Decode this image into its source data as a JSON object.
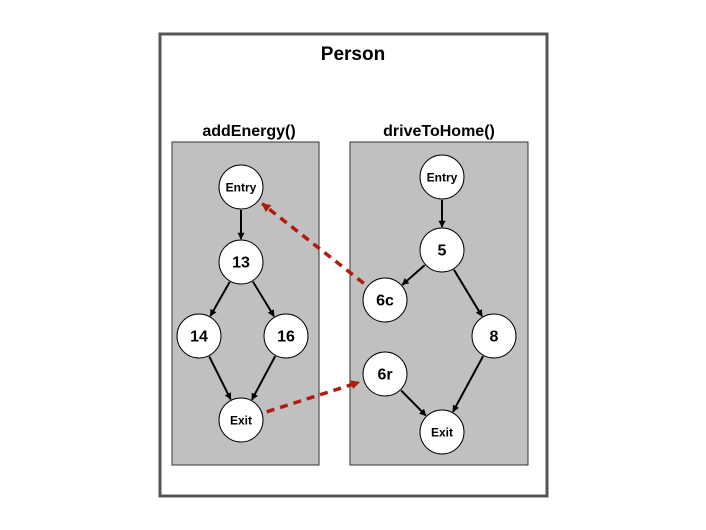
{
  "diagram": {
    "outer_title": "Person",
    "colors": {
      "frame": "#555555",
      "panel_fill": "#c0c0c0",
      "panel_stroke": "#333333",
      "edge": "#000000",
      "call_edge": "#b01c0c",
      "node_fill": "#ffffff"
    },
    "panels": [
      {
        "id": "left",
        "title": "addEnergy()"
      },
      {
        "id": "right",
        "title": "driveToHome()"
      }
    ],
    "nodes": [
      {
        "id": "L_entry",
        "label": "Entry"
      },
      {
        "id": "L_13",
        "label": "13"
      },
      {
        "id": "L_14",
        "label": "14"
      },
      {
        "id": "L_16",
        "label": "16"
      },
      {
        "id": "L_exit",
        "label": "Exit"
      },
      {
        "id": "R_entry",
        "label": "Entry"
      },
      {
        "id": "R_5",
        "label": "5"
      },
      {
        "id": "R_6c",
        "label": "6c"
      },
      {
        "id": "R_8",
        "label": "8"
      },
      {
        "id": "R_6r",
        "label": "6r"
      },
      {
        "id": "R_exit",
        "label": "Exit"
      }
    ],
    "edges": [
      {
        "from": "L_entry",
        "to": "L_13",
        "style": "solid"
      },
      {
        "from": "L_13",
        "to": "L_14",
        "style": "solid"
      },
      {
        "from": "L_13",
        "to": "L_16",
        "style": "solid"
      },
      {
        "from": "L_14",
        "to": "L_exit",
        "style": "solid"
      },
      {
        "from": "L_16",
        "to": "L_exit",
        "style": "solid"
      },
      {
        "from": "R_entry",
        "to": "R_5",
        "style": "solid"
      },
      {
        "from": "R_5",
        "to": "R_6c",
        "style": "solid"
      },
      {
        "from": "R_5",
        "to": "R_8",
        "style": "solid"
      },
      {
        "from": "R_8",
        "to": "R_exit",
        "style": "solid"
      },
      {
        "from": "R_6r",
        "to": "R_exit",
        "style": "solid"
      },
      {
        "from": "R_6c",
        "to": "L_entry",
        "style": "dashed"
      },
      {
        "from": "L_exit",
        "to": "R_6r",
        "style": "dashed"
      }
    ]
  }
}
